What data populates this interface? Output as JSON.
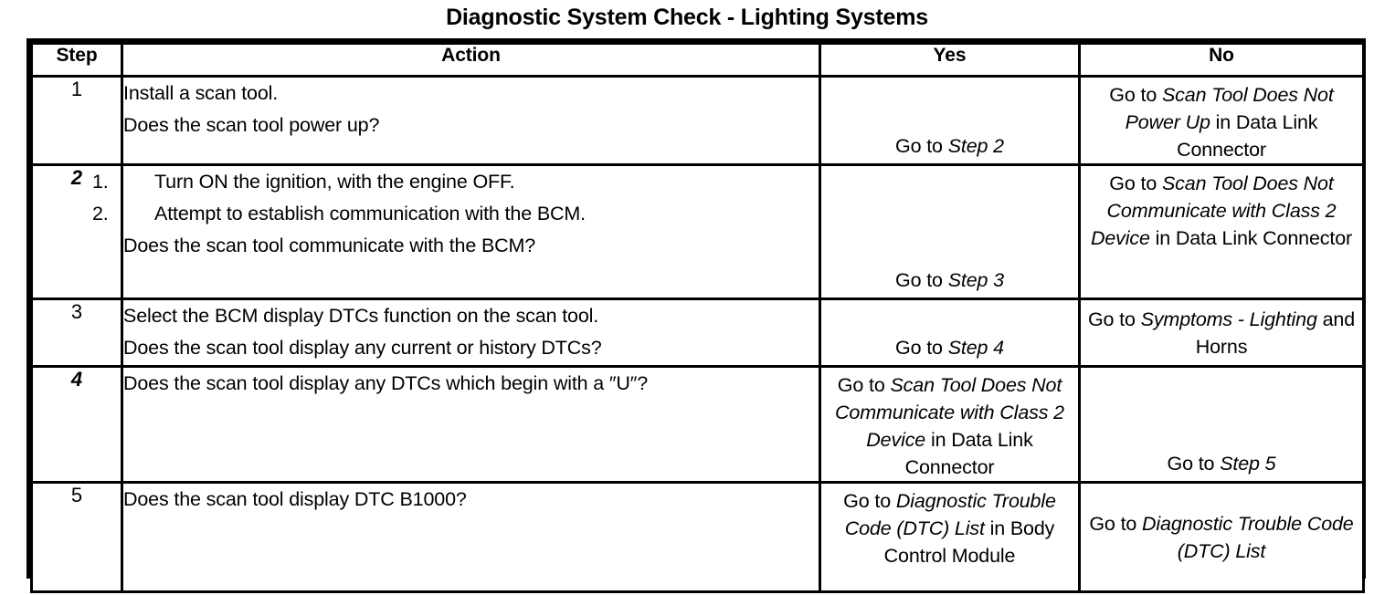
{
  "document": {
    "title": "Diagnostic System Check - Lighting Systems"
  },
  "table": {
    "headers": {
      "step": "Step",
      "action": "Action",
      "yes": "Yes",
      "no": "No"
    },
    "rows": [
      {
        "step": "1",
        "step_style": "roman",
        "action": {
          "lines": [
            "Install a scan tool.",
            "Does the scan tool power up?"
          ]
        },
        "yes": {
          "plain_prefix": "Go to ",
          "italic": "Step 2",
          "plain_suffix": "",
          "full": "Go to Step 2",
          "align": "bottom"
        },
        "no": {
          "plain_prefix": "Go to ",
          "italic": "Scan Tool Does Not Power Up",
          "plain_suffix": " in Data Link Connector",
          "full": "Go to Scan Tool Does Not Power Up in Data Link Connector",
          "align": "top"
        }
      },
      {
        "step": "2",
        "step_style": "italic",
        "action": {
          "list": [
            {
              "num": "1.",
              "text": "Turn ON the ignition, with the engine OFF."
            },
            {
              "num": "2.",
              "text": "Attempt to establish communication with the BCM."
            }
          ],
          "question": "Does the scan tool communicate with the BCM?"
        },
        "yes": {
          "plain_prefix": "Go to ",
          "italic": "Step 3",
          "plain_suffix": "",
          "full": "Go to Step 3",
          "align": "bottom"
        },
        "no": {
          "plain_prefix": "Go to ",
          "italic": "Scan Tool Does Not Communicate with Class 2 Device",
          "plain_suffix": " in Data Link Connector",
          "full": "Go to Scan Tool Does Not Communicate with Class 2 Device in Data Link Connector",
          "align": "top"
        }
      },
      {
        "step": "3",
        "step_style": "roman",
        "action": {
          "lines": [
            "Select the BCM display DTCs function on the scan tool.",
            "Does the scan tool display any current or history DTCs?"
          ]
        },
        "yes": {
          "plain_prefix": "Go to ",
          "italic": "Step 4",
          "plain_suffix": "",
          "full": "Go to Step 4",
          "align": "bottom"
        },
        "no": {
          "plain_prefix": "Go to ",
          "italic": "Symptoms - Lighting",
          "plain_suffix": " and Horns",
          "full": "Go to Symptoms - Lighting and Horns",
          "align": "middle"
        }
      },
      {
        "step": "4",
        "step_style": "italic",
        "action": {
          "lines": [
            "Does the scan tool display any DTCs which begin with a ″U″?"
          ]
        },
        "yes": {
          "plain_prefix": "Go to ",
          "italic": "Scan Tool Does Not Communicate with Class 2 Device",
          "plain_suffix": " in Data Link Connector",
          "full": "Go to Scan Tool Does Not Communicate with Class 2 Device in Data Link Connector",
          "align": "top"
        },
        "no": {
          "plain_prefix": "Go to ",
          "italic": "Step 5",
          "plain_suffix": "",
          "full": "Go to Step 5",
          "align": "bottom"
        }
      },
      {
        "step": "5",
        "step_style": "roman",
        "action": {
          "lines": [
            "Does the scan tool display DTC B1000?"
          ]
        },
        "yes": {
          "plain_prefix": "Go to ",
          "italic": "Diagnostic Trouble Code (DTC) List",
          "plain_suffix": " in Body Control Module",
          "full": "Go to Diagnostic Trouble Code (DTC) List in Body Control Module",
          "align": "top"
        },
        "no": {
          "plain_prefix": "Go to ",
          "italic": "Diagnostic Trouble Code (DTC) List",
          "plain_suffix": "",
          "full": "Go to Diagnostic Trouble Code (DTC) List",
          "align": "middle"
        }
      }
    ]
  }
}
